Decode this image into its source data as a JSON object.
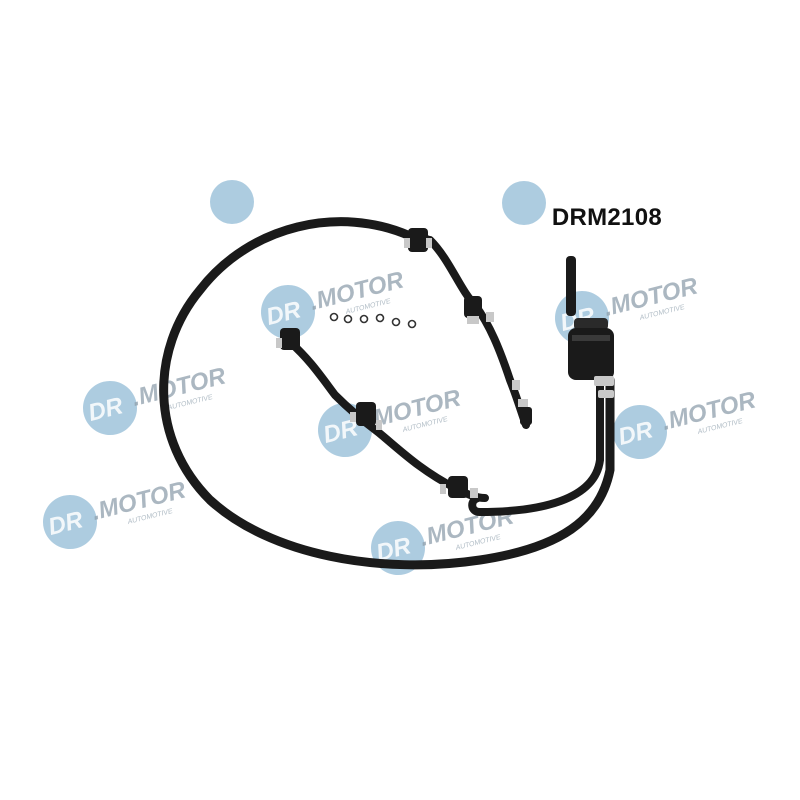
{
  "product": {
    "part_number": "DRM2108"
  },
  "watermark": {
    "brand_text": "DR.MOTOR",
    "sub_text": "AUTOMOTIVE",
    "color": "#6aa3c6"
  },
  "colors": {
    "hose": "#1a1a1a",
    "clip": "#c8c8c8",
    "background": "#ffffff"
  }
}
